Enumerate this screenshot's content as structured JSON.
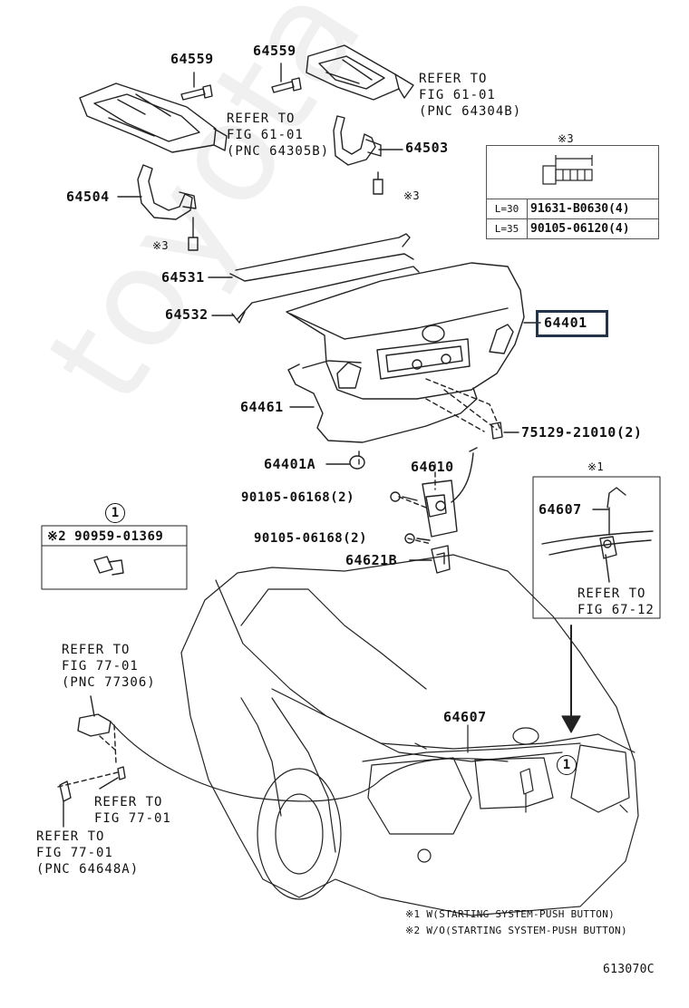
{
  "watermark": "toyotaCatalog.ru",
  "labels": {
    "p64559_left": "64559",
    "p64559_top": "64559",
    "p64503": "64503",
    "p64504": "64504",
    "p64531": "64531",
    "p64532": "64532",
    "p64401": "64401",
    "p64461": "64461",
    "p75129": "75129-21010(2)",
    "p64401A": "64401A",
    "p64610": "64610",
    "p90105_a": "90105-06168(2)",
    "p90105_b": "90105-06168(2)",
    "p64621B": "64621B",
    "p64607_inset": "64607",
    "p64607_main": "64607",
    "mark3_a": "※3",
    "mark3_b": "※3"
  },
  "refs": {
    "ref_fig61_right": "REFER TO\nFIG 61-01\n(PNC 64304B)",
    "ref_fig61_left": "REFER TO\nFIG 61-01\n(PNC 64305B)",
    "ref_fig67": "REFER TO\nFIG 67-12",
    "ref_fig77_top": "REFER TO\nFIG 77-01\n(PNC 77306)",
    "ref_fig77_mid": "REFER TO\nFIG 77-01",
    "ref_fig77_bot": "REFER TO\nFIG 77-01\n(PNC 64648A)"
  },
  "bolt_table": {
    "header_mark": "※3",
    "rows": [
      {
        "length": "L=30",
        "part": "91631-B0630(4)"
      },
      {
        "length": "L=35",
        "part": "90105-06120(4)"
      }
    ]
  },
  "callout1": {
    "number": "1",
    "part": "※2 90959-01369"
  },
  "inset": {
    "mark": "※1"
  },
  "car_callout": "1",
  "footnotes": {
    "note1": "※1 W(STARTING SYSTEM-PUSH BUTTON)",
    "note2": "※2 W/O(STARTING SYSTEM-PUSH BUTTON)"
  },
  "figure_id": "613070C"
}
